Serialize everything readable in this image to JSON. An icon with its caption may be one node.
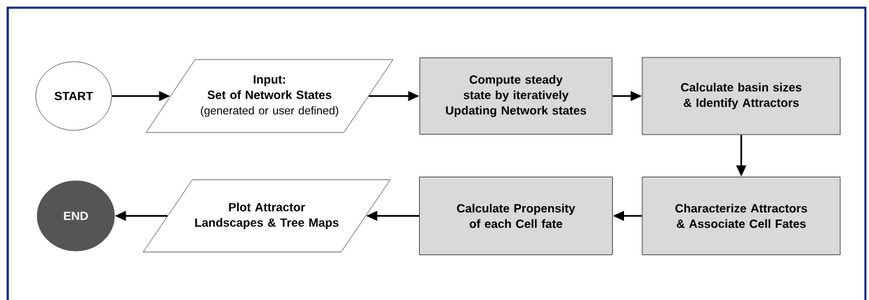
{
  "diagram": {
    "nodes": [
      {
        "text": [
          "START"
        ]
      },
      {
        "text": [
          "Input:",
          "Set of Network States",
          "(generated or user defined)"
        ]
      },
      {
        "text": [
          "Compute steady state by iteratively Updating Network states"
        ]
      },
      {
        "text": [
          "Calculate basin sizes & Identify Attractors"
        ]
      },
      {
        "text": [
          "Characterize Attractors & Associate Cell Fates"
        ]
      },
      {
        "text": [
          "Calculate Propensity of each Cell fate"
        ]
      },
      {
        "text": [
          "Plot Attractor Landscapes & Tree Maps"
        ]
      },
      {
        "text": [
          "END"
        ]
      }
    ],
    "edges": [
      {
        "from": 0,
        "to": 1,
        "arrow": "to"
      },
      {
        "from": 1,
        "to": 2,
        "arrow": "to"
      },
      {
        "from": 2,
        "to": 3,
        "arrow": "to"
      },
      {
        "from": 3,
        "to": 4,
        "arrow": "to"
      },
      {
        "from": 4,
        "to": 5,
        "arrow": "to"
      },
      {
        "from": 5,
        "to": 6,
        "arrow": "to"
      },
      {
        "from": 6,
        "to": 7,
        "arrow": "to"
      }
    ]
  }
}
